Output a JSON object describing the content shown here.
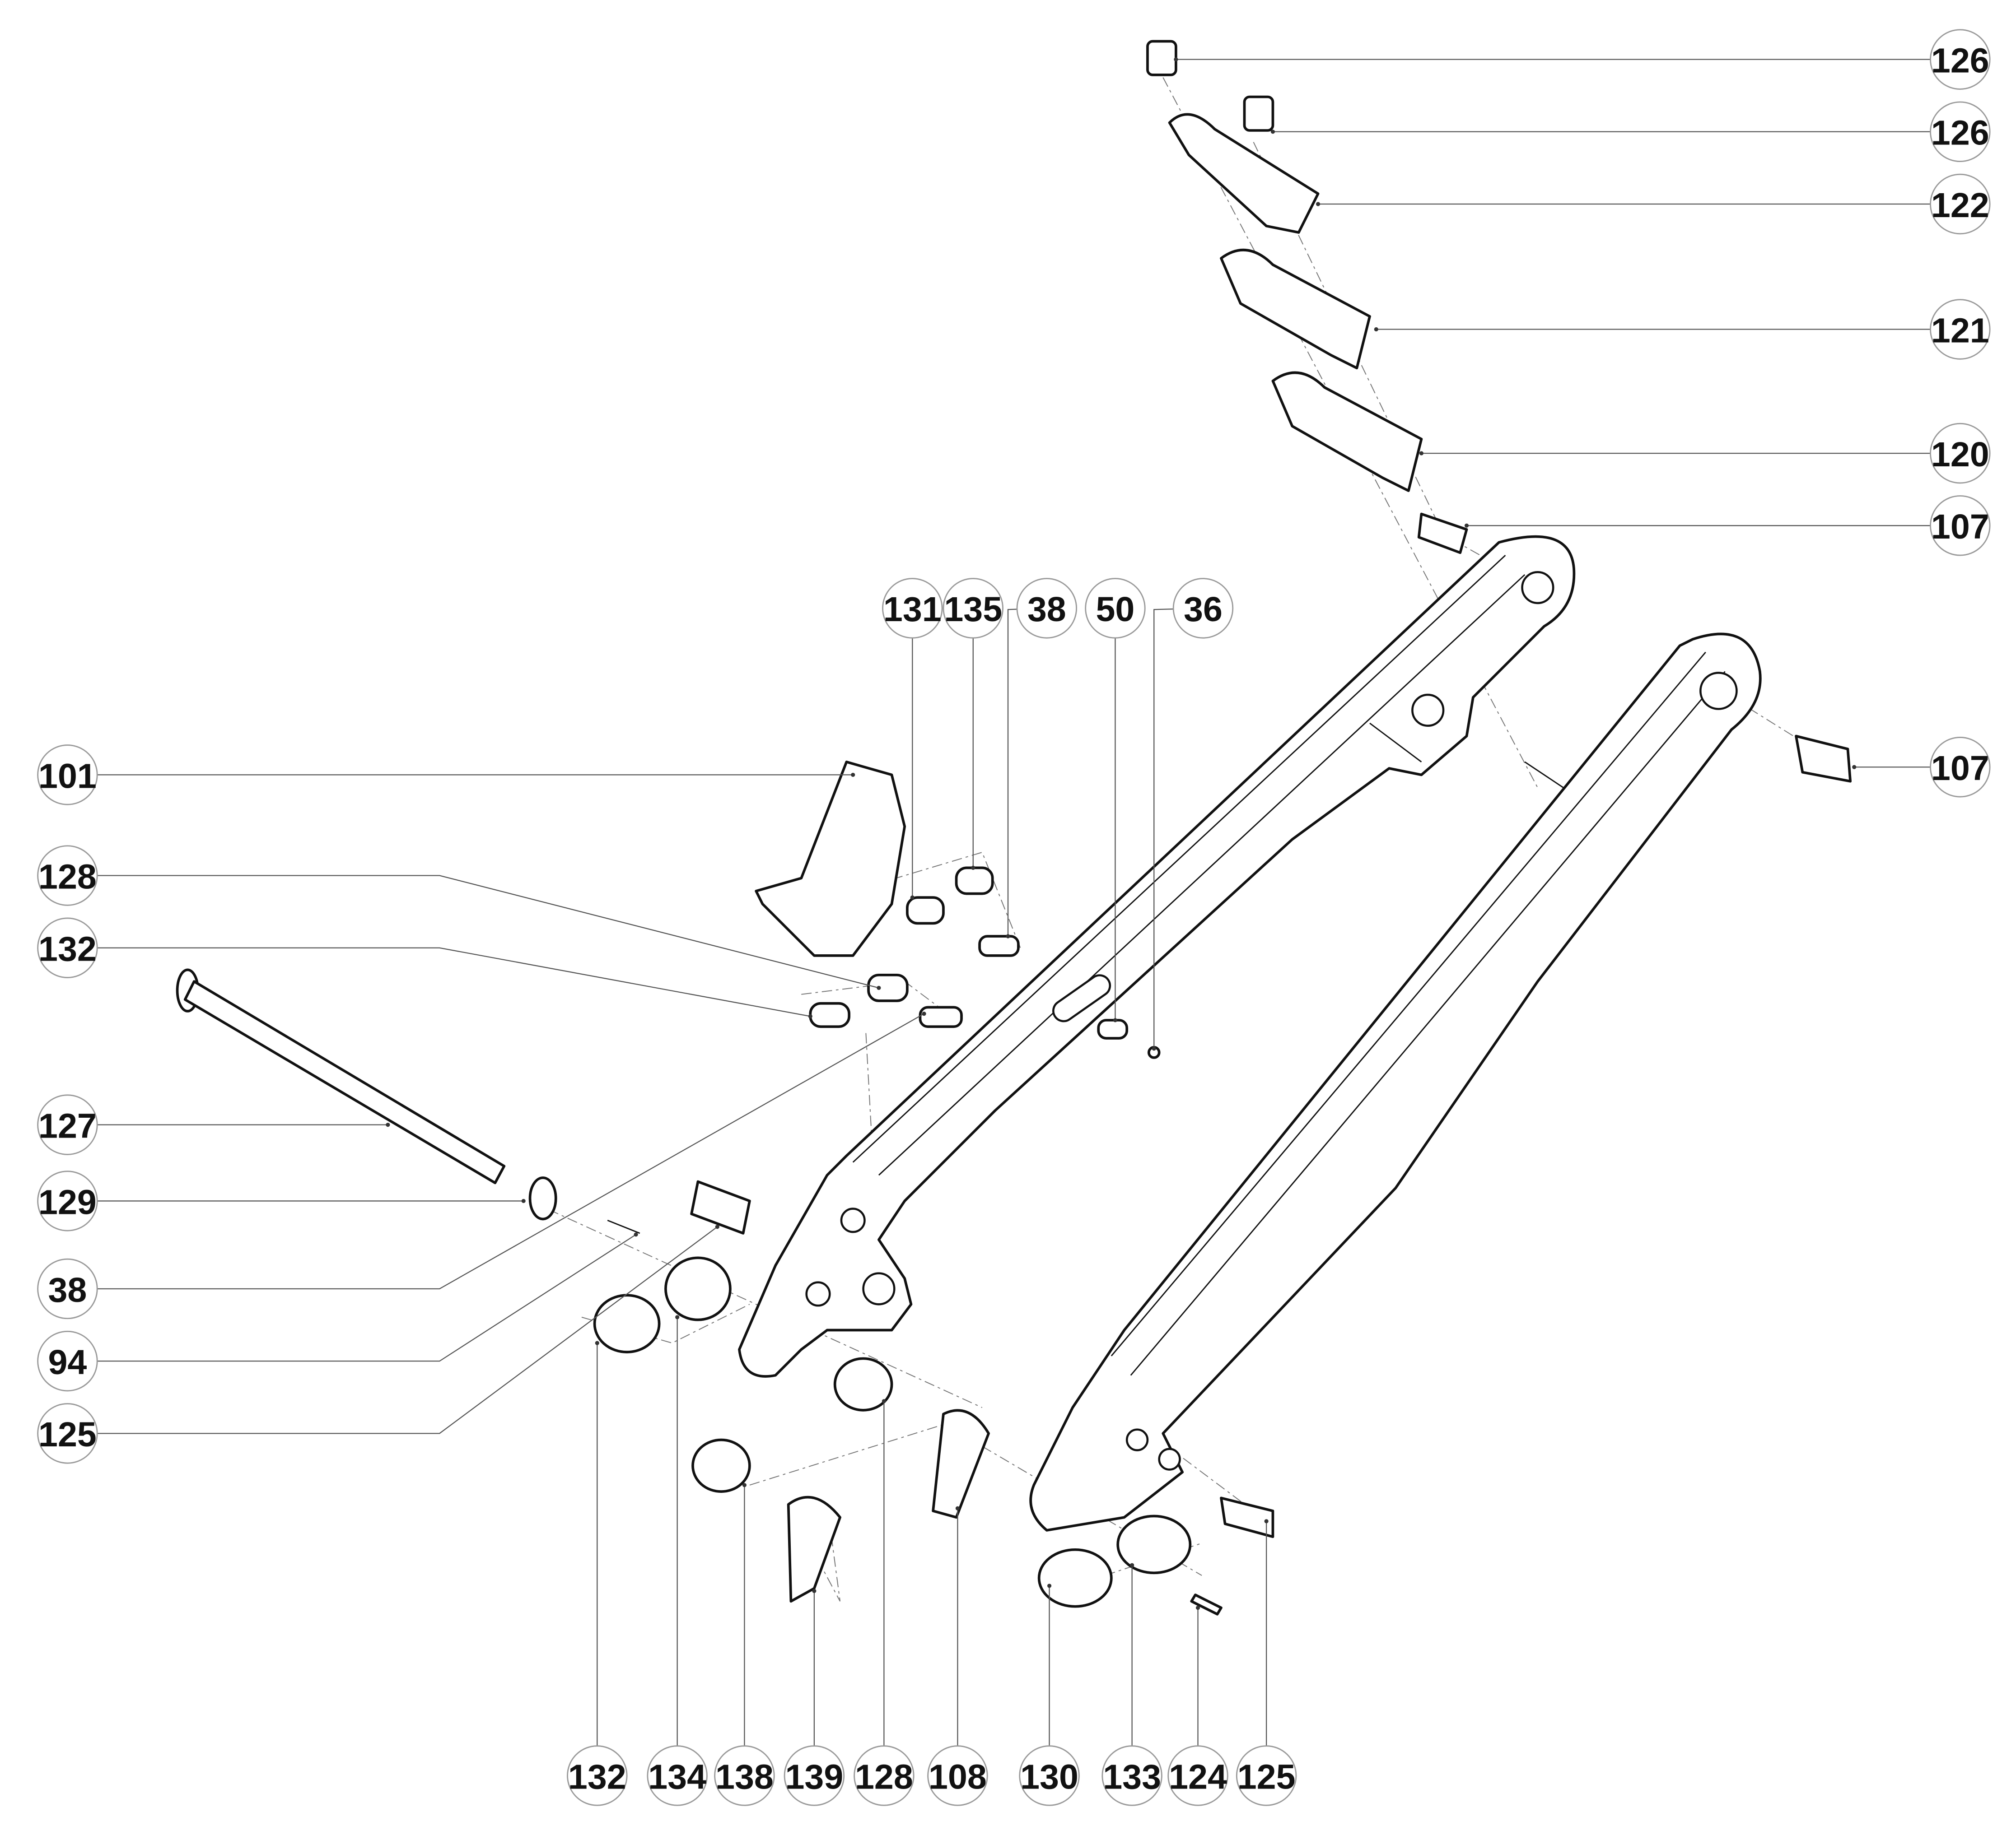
{
  "diagram": {
    "type": "exploded-parts-diagram",
    "callouts": {
      "r126a": "126",
      "r126b": "126",
      "r122": "122",
      "r121": "121",
      "r120": "120",
      "r107a": "107",
      "r107b": "107",
      "t131": "131",
      "t135": "135",
      "t38": "38",
      "t50": "50",
      "t36": "36",
      "l101": "101",
      "l128": "128",
      "l132": "132",
      "l127": "127",
      "l129": "129",
      "l38": "38",
      "l94": "94",
      "l125": "125",
      "b132": "132",
      "b134": "134",
      "b138": "138",
      "b139": "139",
      "b128": "128",
      "b108": "108",
      "b130": "130",
      "b133": "133",
      "b124": "124",
      "b125": "125"
    }
  }
}
